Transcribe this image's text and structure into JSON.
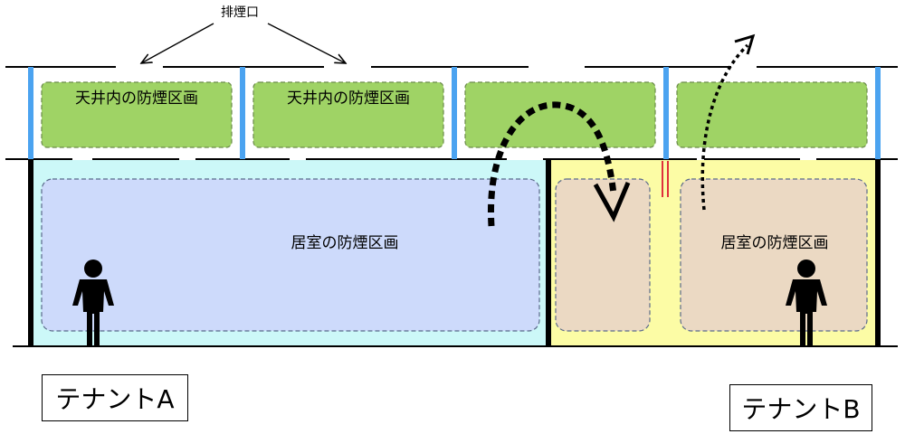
{
  "labels": {
    "exhaust": "排煙口",
    "ceiling_zone": "天井内の防煙区画",
    "room_zone": "居室の防煙区画",
    "tenant_a": "テナントA",
    "tenant_b": "テナントB"
  },
  "colors": {
    "ceiling_zone_fill": "#9fd365",
    "tenant_a_room": "#ccf8f8",
    "tenant_a_zone": "#cddafb",
    "tenant_b_room": "#fcfca5",
    "tenant_b_zone": "#ebd9c3",
    "column_blue": "#4ba3f0",
    "red_mark": "#e0303c"
  }
}
